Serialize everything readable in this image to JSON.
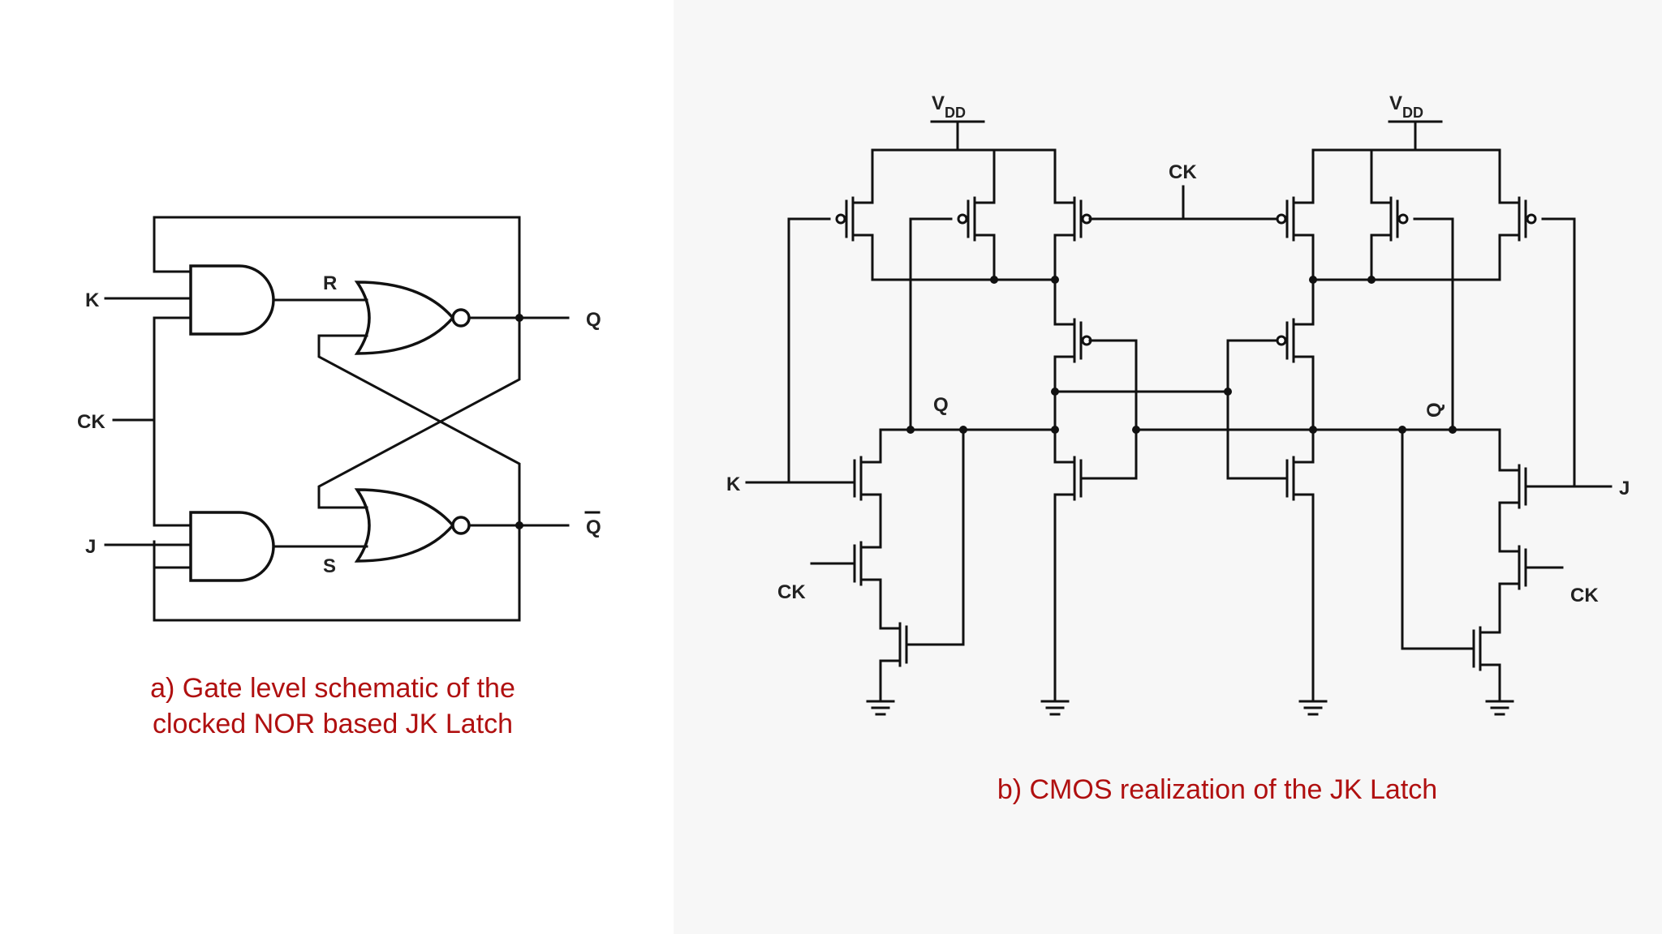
{
  "colors": {
    "caption": "#b01010",
    "line": "#111111",
    "panel_b_bg": "#f7f7f7"
  },
  "panel_a": {
    "inputs": {
      "k": "K",
      "ck": "CK",
      "j": "J"
    },
    "internal": {
      "r": "R",
      "s": "S"
    },
    "outputs": {
      "q": "Q",
      "qbar": "Q"
    },
    "caption_line1": "a) Gate level schematic of the",
    "caption_line2": "clocked NOR based JK Latch"
  },
  "panel_b": {
    "vdd": "V",
    "vdd_sub": "DD",
    "ck_top": "CK",
    "q": "Q",
    "qbar": "Q",
    "k": "K",
    "j": "J",
    "ck_left": "CK",
    "ck_right": "CK",
    "caption": "b) CMOS realization of the JK Latch"
  }
}
